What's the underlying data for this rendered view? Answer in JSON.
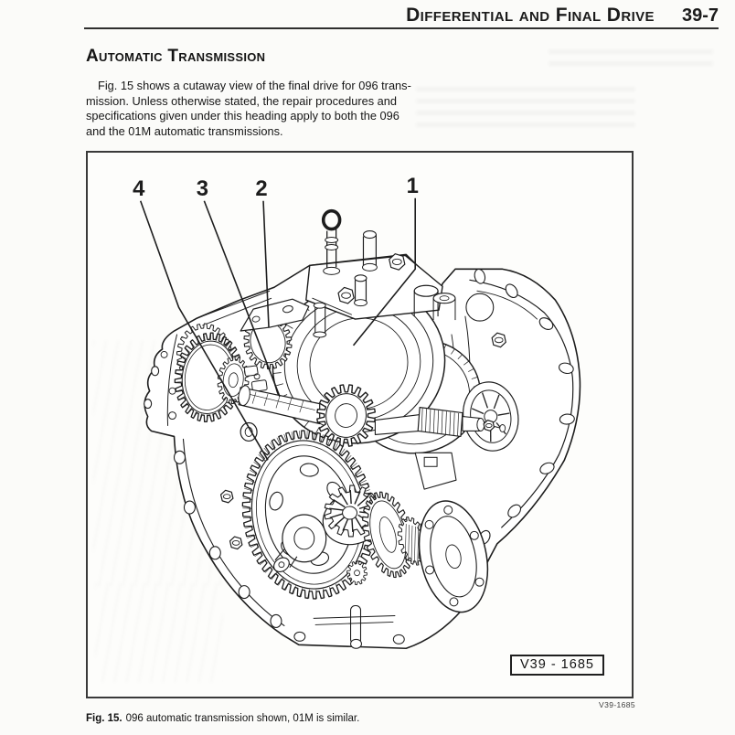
{
  "theme": {
    "ink": "#1d1d1d",
    "paper": "#fbfbf9"
  },
  "header": {
    "title": "Differential and Final Drive",
    "page_number": "39-7"
  },
  "section_heading": "Automatic Transmission",
  "intro": {
    "lines": [
      "Fig. 15 shows a cutaway view of the final drive for 096 trans-",
      "mission. Unless otherwise stated, the repair procedures and",
      "specifications given under this heading apply to both the 096",
      "and the 01M automatic transmissions."
    ]
  },
  "figure": {
    "callouts": [
      {
        "label": "4"
      },
      {
        "label": "3"
      },
      {
        "label": "2"
      },
      {
        "label": "1"
      }
    ],
    "stamp": "V39 - 1685",
    "reference_code": "V39-1685",
    "caption": {
      "label": "Fig. 15.",
      "text": "096 automatic transmission shown, 01M is similar."
    }
  }
}
